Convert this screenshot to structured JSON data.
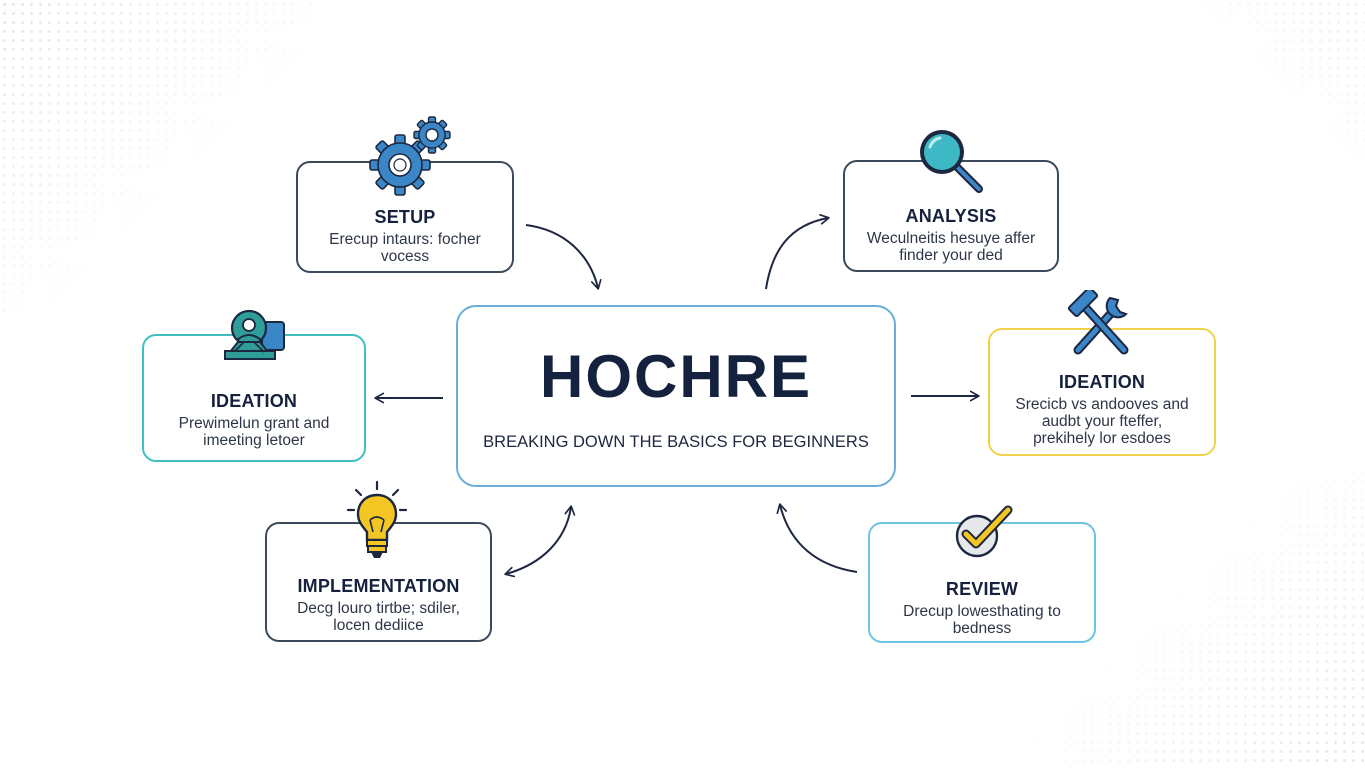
{
  "center": {
    "title": "HOCHRE",
    "subtitle": "BREAKING DOWN THE BASICS FOR BEGINNERS"
  },
  "nodes": {
    "setup": {
      "title": "SETUP",
      "line1": "Erecup intaurs: focher",
      "line2": "vocess",
      "icon": "gears-icon"
    },
    "analysis": {
      "title": "ANALYSIS",
      "line1": "Weculneitis hesuye affer",
      "line2": "finder your ded",
      "icon": "magnifier-icon"
    },
    "ideation_left": {
      "title": "IDEATION",
      "line1": "Prewimelun grant and",
      "line2": "imeeting letoer",
      "icon": "person-presentation-icon"
    },
    "ideation_right": {
      "title": "IDEATION",
      "line1": "Srecicb vs andooves and",
      "line2": "audbt your fteffer,",
      "line3": "prekihely lor esdoes",
      "icon": "tools-icon"
    },
    "implementation": {
      "title": "IMPLEMENTATION",
      "line1": "Decg louro tirtbe; sdiler,",
      "line2": "locen dediice",
      "icon": "lightbulb-icon"
    },
    "review": {
      "title": "REVIEW",
      "line1": "Drecup lowesthating to",
      "line2": "bedness",
      "icon": "checkmark-icon"
    }
  },
  "colors": {
    "dark_border": "#3c4a5c",
    "teal_border": "#3fbfbf",
    "yellow_border": "#f0d24a",
    "light_blue_border": "#6ec3e0",
    "blue_icon": "#3a86c6",
    "yellow_icon": "#f3c623"
  }
}
